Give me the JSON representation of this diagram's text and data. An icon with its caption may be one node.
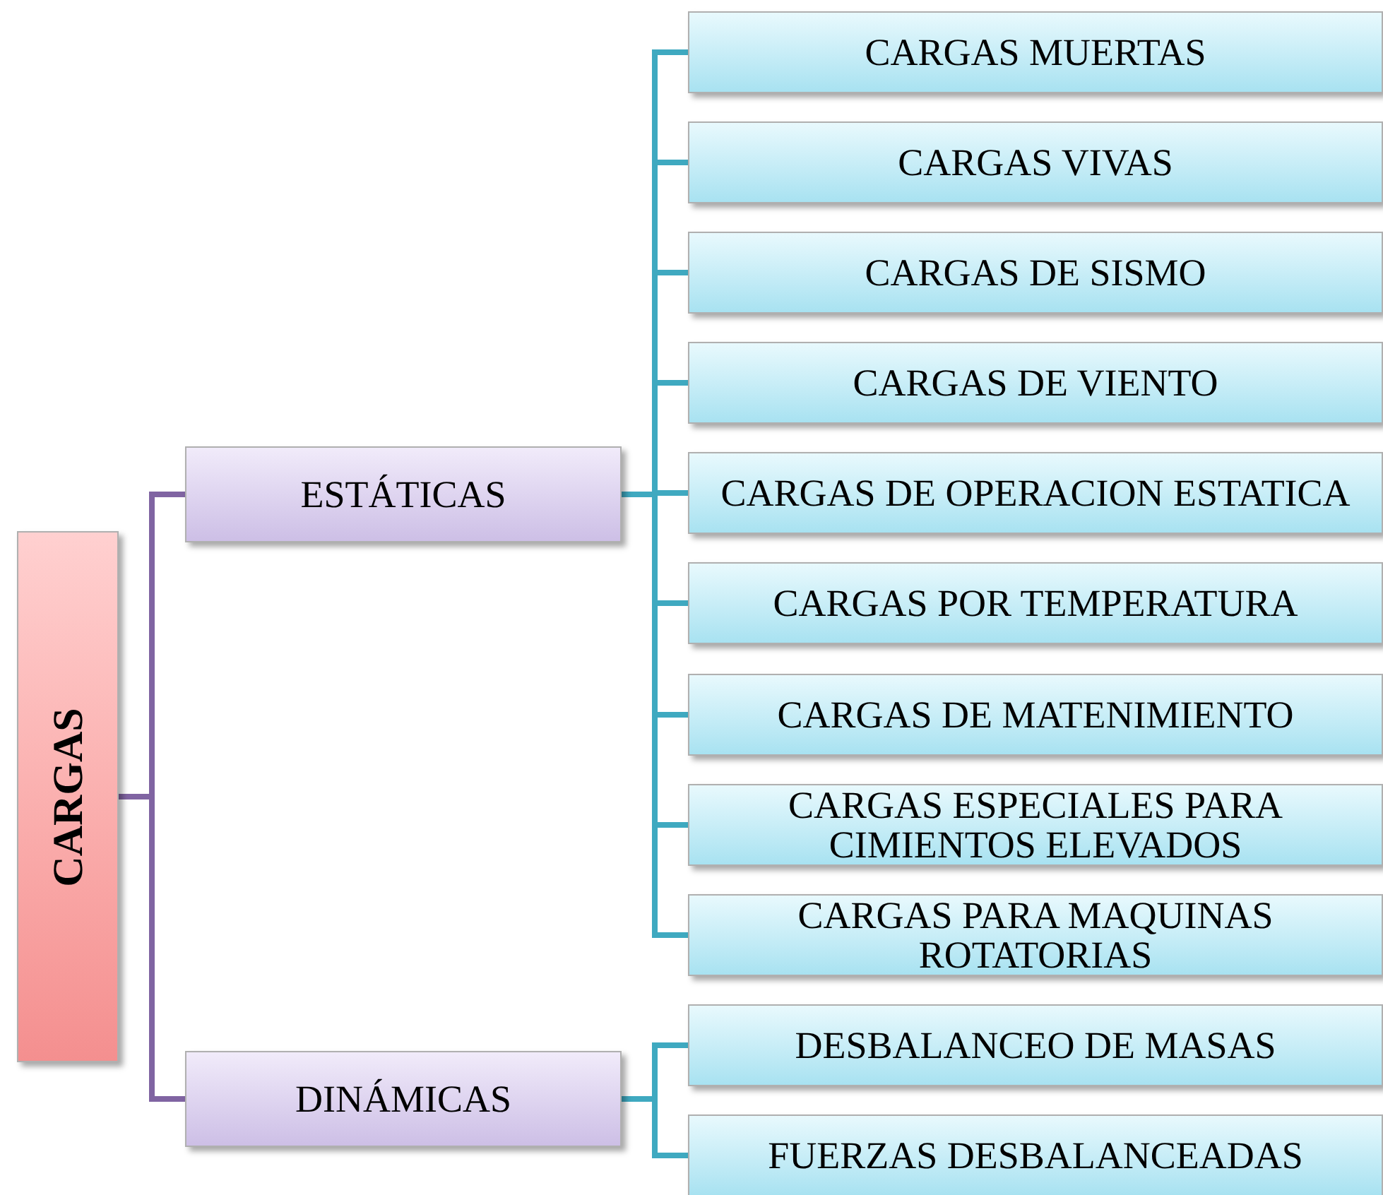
{
  "diagram": {
    "nodes": [
      {
        "text": [
          "CARGAS"
        ]
      },
      {
        "text": [
          "ESTÁTICAS"
        ]
      },
      {
        "text": [
          "DINÁMICAS"
        ]
      },
      {
        "text": [
          "CARGAS MUERTAS"
        ]
      },
      {
        "text": [
          "CARGAS VIVAS"
        ]
      },
      {
        "text": [
          "CARGAS DE SISMO"
        ]
      },
      {
        "text": [
          "CARGAS DE VIENTO"
        ]
      },
      {
        "text": [
          "CARGAS DE OPERACION ESTATICA"
        ]
      },
      {
        "text": [
          "CARGAS POR TEMPERATURA"
        ]
      },
      {
        "text": [
          "CARGAS DE MATENIMIENTO"
        ]
      },
      {
        "text": [
          "CARGAS ESPECIALES PARA CIMIENTOS ELEVADOS"
        ]
      },
      {
        "text": [
          "CARGAS PARA MAQUINAS ROTATORIAS"
        ]
      },
      {
        "text": [
          "DESBALANCEO DE MASAS"
        ]
      },
      {
        "text": [
          "FUERZAS DESBALANCEADAS"
        ]
      }
    ],
    "edges": [
      {
        "from": 0,
        "to": 1,
        "arrow": "none",
        "color": "#8064a2"
      },
      {
        "from": 0,
        "to": 2,
        "arrow": "none",
        "color": "#8064a2"
      },
      {
        "from": 1,
        "to": 3,
        "arrow": "none"
      },
      {
        "from": 1,
        "to": 4,
        "arrow": "none"
      },
      {
        "from": 1,
        "to": 5,
        "arrow": "none"
      },
      {
        "from": 1,
        "to": 6,
        "arrow": "none"
      },
      {
        "from": 1,
        "to": 7,
        "arrow": "none"
      },
      {
        "from": 1,
        "to": 8,
        "arrow": "none"
      },
      {
        "from": 1,
        "to": 9,
        "arrow": "none"
      },
      {
        "from": 1,
        "to": 10,
        "arrow": "none"
      },
      {
        "from": 1,
        "to": 11,
        "arrow": "none"
      },
      {
        "from": 2,
        "to": 12,
        "arrow": "none"
      },
      {
        "from": 2,
        "to": 13,
        "arrow": "none"
      }
    ]
  }
}
